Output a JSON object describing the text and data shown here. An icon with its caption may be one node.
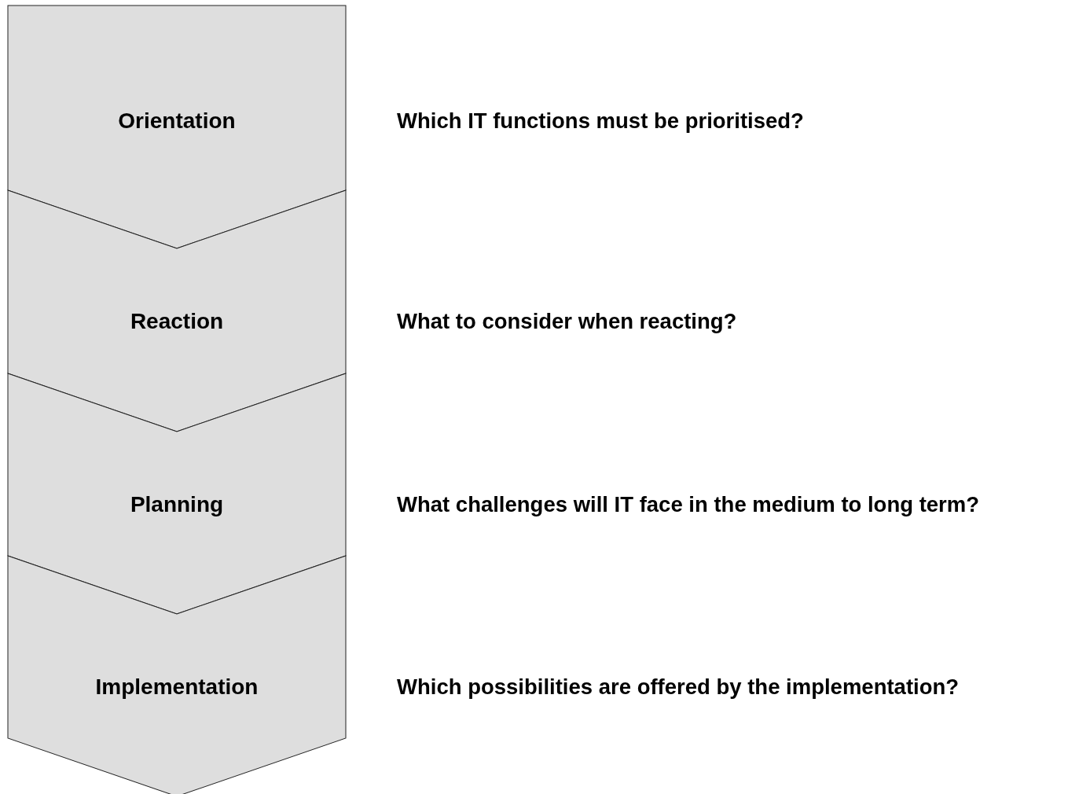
{
  "diagram": {
    "nodes": [
      {
        "text": [
          "Orientation"
        ],
        "beside": [
          "Which IT functions must be prioritised?"
        ]
      },
      {
        "text": [
          "Reaction"
        ],
        "beside": [
          "What to consider when reacting?"
        ]
      },
      {
        "text": [
          "Planning"
        ],
        "beside": [
          "What challenges will IT face in the medium to long term?"
        ]
      },
      {
        "text": [
          "Implementation"
        ],
        "beside": [
          "Which possibilities are offered by the implementation?"
        ]
      }
    ]
  }
}
